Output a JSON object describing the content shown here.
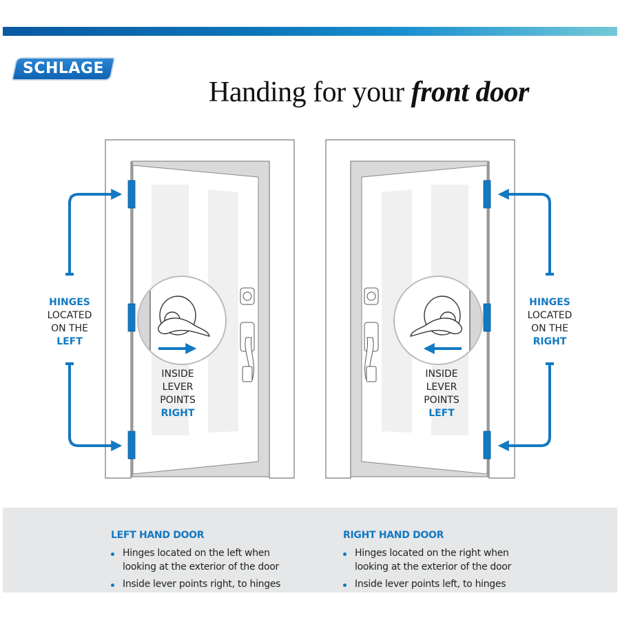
{
  "header": {
    "brand": "SCHLAGE",
    "title_regular": "Handing for your ",
    "title_emphasis": "front door"
  },
  "colors": {
    "accent_blue": "#1279c2",
    "bar_start": "#0a5aa0",
    "bar_end": "#74c8d8",
    "panel_gray": "#e6e7e8",
    "door_shadow": "#d9d9d9"
  },
  "left_door": {
    "hinge_label": {
      "line1": "HINGES",
      "line2": "LOCATED",
      "line3": "ON THE",
      "line4": "LEFT"
    },
    "lever_label": {
      "line1": "INSIDE",
      "line2": "LEVER",
      "line3": "POINTS",
      "line4": "RIGHT"
    },
    "arrow_direction": "right"
  },
  "right_door": {
    "hinge_label": {
      "line1": "HINGES",
      "line2": "LOCATED",
      "line3": "ON THE",
      "line4": "RIGHT"
    },
    "lever_label": {
      "line1": "INSIDE",
      "line2": "LEVER",
      "line3": "POINTS",
      "line4": "LEFT"
    },
    "arrow_direction": "left"
  },
  "info_panel": {
    "left": {
      "heading": "LEFT HAND DOOR",
      "bullets": [
        "Hinges located on the left when looking at the exterior of the door",
        "Inside lever points right, to hinges"
      ]
    },
    "right": {
      "heading": "RIGHT HAND DOOR",
      "bullets": [
        "Hinges located on the right when looking at the exterior of the door",
        "Inside lever points left, to hinges"
      ]
    }
  },
  "icons": {
    "hinge": "hinge-icon",
    "arrow": "arrow-icon",
    "lever": "lever-handle-icon",
    "deadbolt": "deadbolt-icon",
    "handleset": "handleset-icon"
  }
}
